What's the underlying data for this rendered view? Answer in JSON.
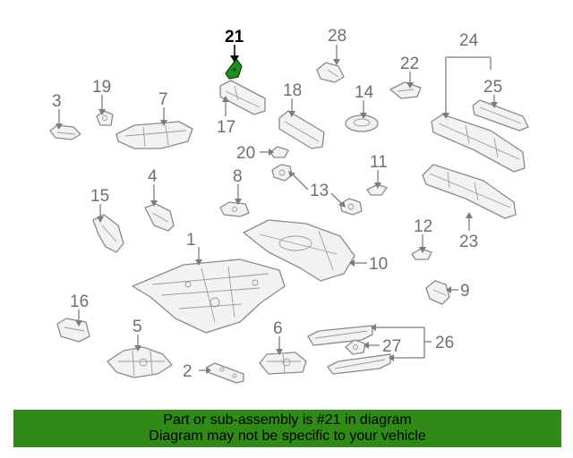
{
  "diagram": {
    "callouts": [
      "1",
      "2",
      "3",
      "4",
      "5",
      "6",
      "7",
      "8",
      "9",
      "10",
      "11",
      "12",
      "13",
      "14",
      "15",
      "16",
      "17",
      "18",
      "19",
      "20",
      "21",
      "22",
      "23",
      "24",
      "25",
      "26",
      "27",
      "28"
    ],
    "highlighted_callout": "21",
    "highlight_color": "#2f8a16"
  },
  "footer": {
    "line1": "Part or sub-assembly is #21 in diagram",
    "line2": "Diagram may not be specific to your vehicle"
  }
}
